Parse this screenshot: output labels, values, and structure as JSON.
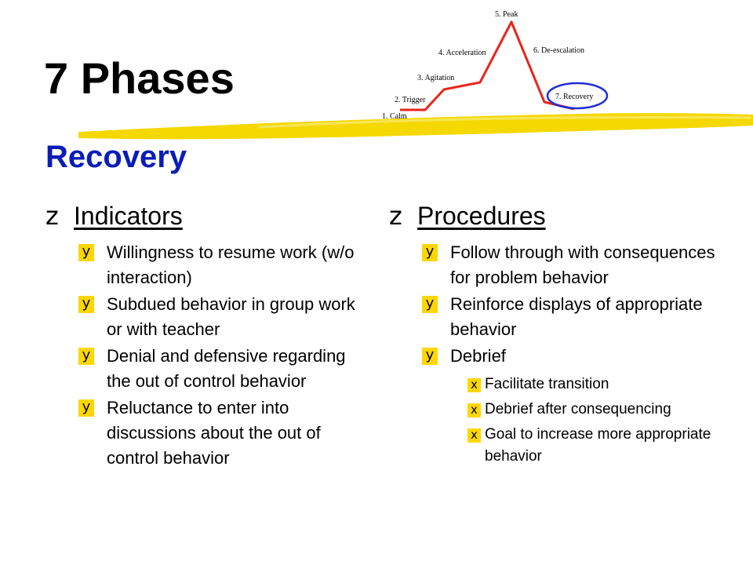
{
  "slide": {
    "title": "7 Phases",
    "subtitle": "Recovery"
  },
  "diagram": {
    "labels": [
      "1. Calm",
      "2. Trigger",
      "3. Agitation",
      "4. Acceleration",
      "5. Peak",
      "6. De-escalation",
      "7. Recovery"
    ],
    "highlighted": "7. Recovery",
    "line_color": "#E8261E",
    "circle_color": "#1F2FD6",
    "stripe_color": "#F5D800"
  },
  "indicators": {
    "bullet": "z",
    "heading": "Indicators",
    "items": [
      "Willingness to resume work (w/o interaction)",
      "Subdued behavior in group work or with teacher",
      "Denial and defensive regarding the out of control behavior",
      "Reluctance to enter into discussions about the out of control behavior"
    ]
  },
  "procedures": {
    "bullet": "z",
    "heading": "Procedures",
    "items": [
      "Follow through with consequences for problem behavior",
      "Reinforce displays of appropriate behavior",
      "Debrief"
    ],
    "debrief_items": [
      "Facilitate transition",
      "Debrief after consequencing",
      "Goal to increase more appropriate behavior"
    ]
  },
  "bullet_markers": {
    "level1": "y",
    "level2": "x"
  }
}
